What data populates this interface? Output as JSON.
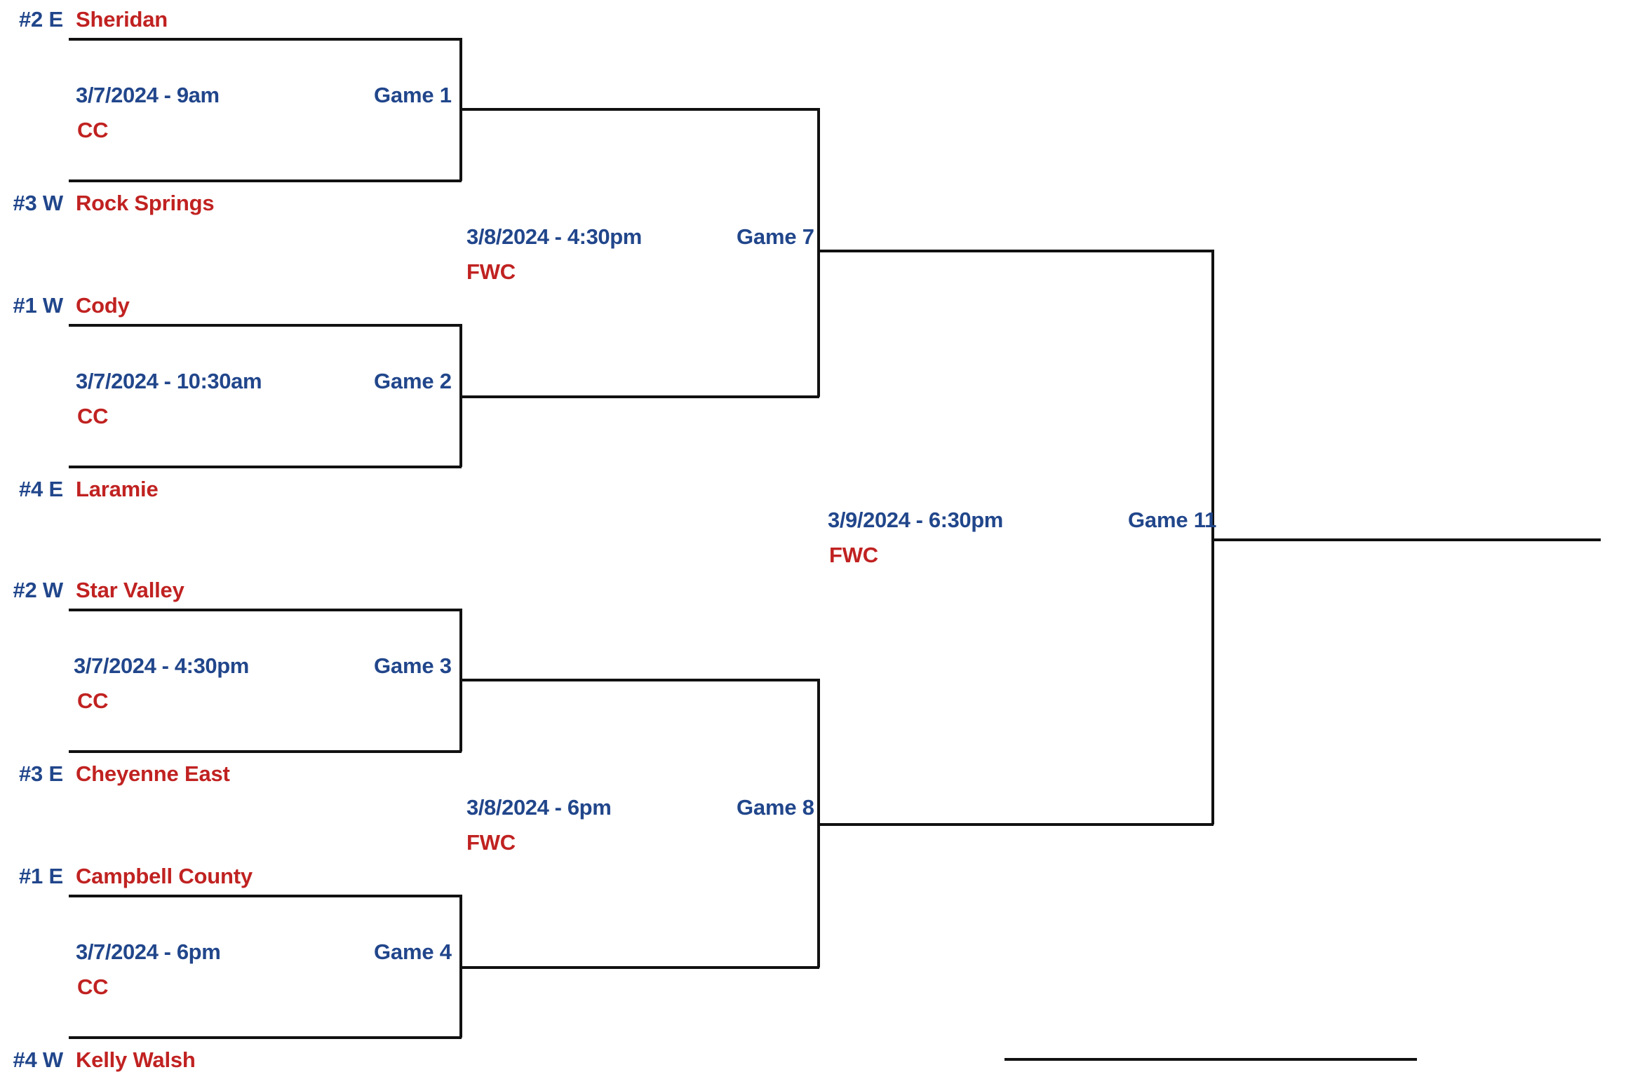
{
  "bracket": {
    "title_colors": {
      "seed": "#21468B",
      "team": "#C02221",
      "datetime": "#21468B",
      "venue": "#C02221",
      "game_label": "#21468B",
      "line": "#111111",
      "background": "#FFFFFF"
    },
    "round1": [
      {
        "game_label": "Game 1",
        "datetime": "3/7/2024 - 9am",
        "venue": "CC",
        "top_seed": "#2 E",
        "top_team": "Sheridan",
        "bottom_seed": "#3 W",
        "bottom_team": "Rock Springs"
      },
      {
        "game_label": "Game 2",
        "datetime": "3/7/2024 - 10:30am",
        "venue": "CC",
        "top_seed": "#1 W",
        "top_team": "Cody",
        "bottom_seed": "#4 E",
        "bottom_team": "Laramie"
      },
      {
        "game_label": "Game 3",
        "datetime": "3/7/2024 - 4:30pm",
        "venue": "CC",
        "top_seed": "#2 W",
        "top_team": "Star Valley",
        "bottom_seed": "#3 E",
        "bottom_team": "Cheyenne East"
      },
      {
        "game_label": "Game 4",
        "datetime": "3/7/2024 - 6pm",
        "venue": "CC",
        "top_seed": "#1 E",
        "top_team": "Campbell County",
        "bottom_seed": "#4 W",
        "bottom_team": "Kelly Walsh"
      }
    ],
    "round2": [
      {
        "game_label": "Game 7",
        "datetime": "3/8/2024 - 4:30pm",
        "venue": "FWC"
      },
      {
        "game_label": "Game 8",
        "datetime": "3/8/2024 - 6pm",
        "venue": "FWC"
      }
    ],
    "round3": [
      {
        "game_label": "Game 11",
        "datetime": "3/9/2024 - 6:30pm",
        "venue": "FWC"
      }
    ]
  }
}
